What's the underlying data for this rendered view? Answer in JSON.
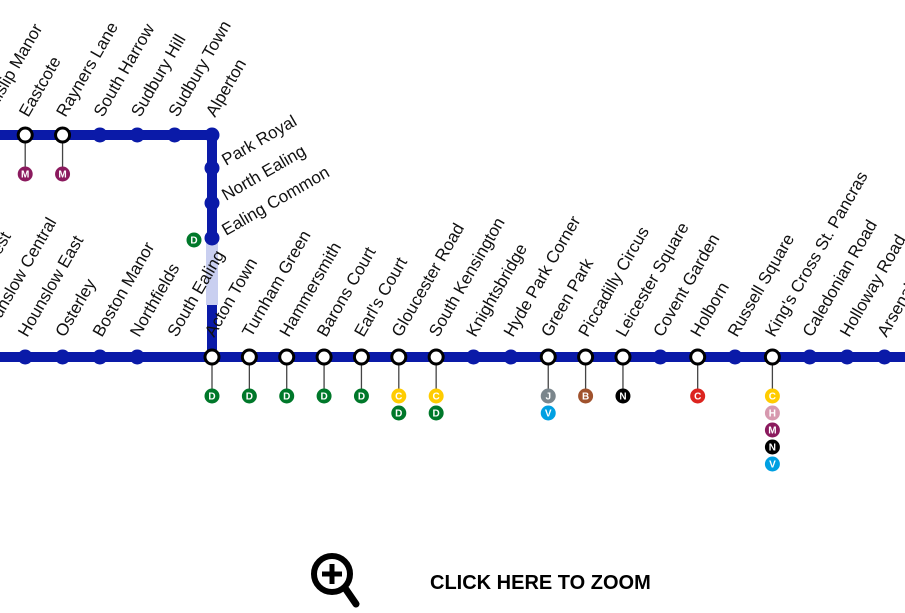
{
  "line_color": "#0a1aa8",
  "closed_segment_color": "#c9cff0",
  "line_colors": {
    "D": "#00782a",
    "C": "#ffcc00",
    "J": "#7b868c",
    "V": "#00a0e2",
    "B": "#a0522d",
    "N": "#000000",
    "Cr": "#dc241f",
    "H": "#d799af",
    "M": "#8b1a5e"
  },
  "top_branch": [
    {
      "name": "Ruislip Manor",
      "interchange": false,
      "badges": []
    },
    {
      "name": "Eastcote",
      "interchange": true,
      "badges": [
        {
          "letter": "M",
          "color": "M"
        }
      ]
    },
    {
      "name": "Rayners Lane",
      "interchange": true,
      "badges": [
        {
          "letter": "M",
          "color": "M"
        }
      ]
    },
    {
      "name": "South Harrow",
      "interchange": false,
      "badges": []
    },
    {
      "name": "Sudbury Hill",
      "interchange": false,
      "badges": []
    },
    {
      "name": "Sudbury Town",
      "interchange": false,
      "badges": []
    },
    {
      "name": "Alperton",
      "interchange": false,
      "badges": []
    }
  ],
  "vertical_branch": [
    {
      "name": "Park Royal",
      "badges": []
    },
    {
      "name": "North Ealing",
      "badges": []
    },
    {
      "name": "Ealing Common",
      "badges": [
        {
          "letter": "D",
          "color": "D"
        }
      ]
    }
  ],
  "main_line": [
    {
      "name": "Hounslow West",
      "interchange": false,
      "badges": []
    },
    {
      "name": "Hounslow Central",
      "interchange": false,
      "badges": []
    },
    {
      "name": "Hounslow East",
      "interchange": false,
      "badges": []
    },
    {
      "name": "Osterley",
      "interchange": false,
      "badges": []
    },
    {
      "name": "Boston Manor",
      "interchange": false,
      "badges": []
    },
    {
      "name": "Northfields",
      "interchange": false,
      "badges": []
    },
    {
      "name": "South Ealing",
      "interchange": false,
      "badges": [],
      "no_dot": true
    },
    {
      "name": "Acton Town",
      "interchange": true,
      "badges": [
        {
          "letter": "D",
          "color": "D"
        }
      ]
    },
    {
      "name": "Turnham Green",
      "interchange": true,
      "badges": [
        {
          "letter": "D",
          "color": "D"
        }
      ]
    },
    {
      "name": "Hammersmith",
      "interchange": true,
      "badges": [
        {
          "letter": "D",
          "color": "D"
        }
      ]
    },
    {
      "name": "Barons Court",
      "interchange": true,
      "badges": [
        {
          "letter": "D",
          "color": "D"
        }
      ]
    },
    {
      "name": "Earl's Court",
      "interchange": true,
      "badges": [
        {
          "letter": "D",
          "color": "D"
        }
      ]
    },
    {
      "name": "Gloucester Road",
      "interchange": true,
      "badges": [
        {
          "letter": "C",
          "color": "C"
        },
        {
          "letter": "D",
          "color": "D"
        }
      ]
    },
    {
      "name": "South Kensington",
      "interchange": true,
      "badges": [
        {
          "letter": "C",
          "color": "C"
        },
        {
          "letter": "D",
          "color": "D"
        }
      ]
    },
    {
      "name": "Knightsbridge",
      "interchange": false,
      "badges": []
    },
    {
      "name": "Hyde Park Corner",
      "interchange": false,
      "badges": []
    },
    {
      "name": "Green Park",
      "interchange": true,
      "badges": [
        {
          "letter": "J",
          "color": "J"
        },
        {
          "letter": "V",
          "color": "V"
        }
      ]
    },
    {
      "name": "Piccadilly Circus",
      "interchange": true,
      "badges": [
        {
          "letter": "B",
          "color": "B"
        }
      ]
    },
    {
      "name": "Leicester Square",
      "interchange": true,
      "badges": [
        {
          "letter": "N",
          "color": "N"
        }
      ]
    },
    {
      "name": "Covent Garden",
      "interchange": false,
      "badges": []
    },
    {
      "name": "Holborn",
      "interchange": true,
      "badges": [
        {
          "letter": "C",
          "color": "Cr"
        }
      ]
    },
    {
      "name": "Russell Square",
      "interchange": false,
      "badges": []
    },
    {
      "name": "King's Cross St. Pancras",
      "interchange": true,
      "badges": [
        {
          "letter": "C",
          "color": "C"
        },
        {
          "letter": "H",
          "color": "H"
        },
        {
          "letter": "M",
          "color": "M"
        },
        {
          "letter": "N",
          "color": "N"
        },
        {
          "letter": "V",
          "color": "V"
        }
      ]
    },
    {
      "name": "Caledonian Road",
      "interchange": false,
      "badges": []
    },
    {
      "name": "Holloway Road",
      "interchange": false,
      "badges": []
    },
    {
      "name": "Arsenal",
      "interchange": false,
      "badges": []
    }
  ],
  "zoom_button": {
    "label": "CLICK HERE TO ZOOM",
    "icon": "magnifier-plus-icon"
  }
}
